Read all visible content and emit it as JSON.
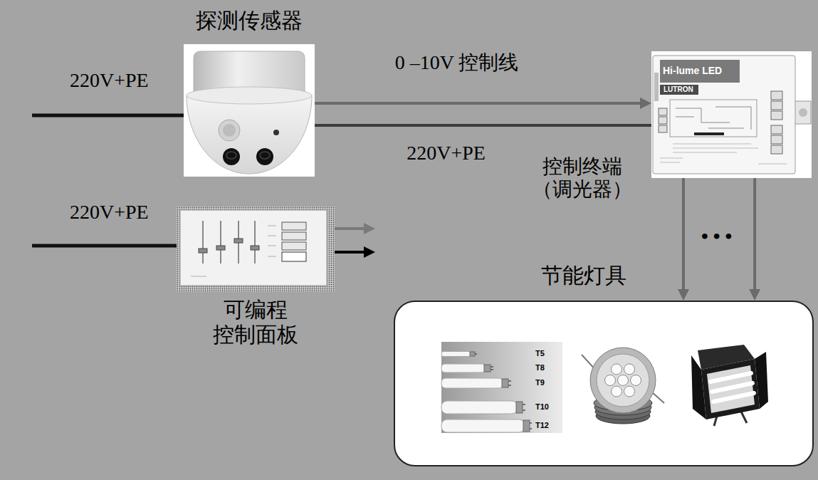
{
  "diagram": {
    "nodes": [
      {
        "text": [
          "探测传感器"
        ]
      },
      {
        "text": [
          "Hi-lume LED",
          "LUTRON",
          "控制终端 （调光器）"
        ]
      },
      {
        "text": [
          "可编程 控制面板"
        ]
      },
      {
        "text": [
          "节能灯具"
        ]
      },
      {
        "text": [
          "T5",
          "T8",
          "T9",
          "T10",
          "T12"
        ],
        "in": 3
      }
    ],
    "edges": [
      {
        "from": 0,
        "to": 1,
        "arrow": "to",
        "label": "0 –10V 控制线"
      },
      {
        "from": 0,
        "to": 1,
        "arrow": "none",
        "label": "220V+PE"
      },
      {
        "from": 1,
        "to": 3,
        "arrow": "to"
      },
      {
        "from": 1,
        "to": 3,
        "arrow": "to"
      }
    ],
    "labels": [
      "220V+PE",
      "220V+PE",
      "• • •"
    ]
  }
}
